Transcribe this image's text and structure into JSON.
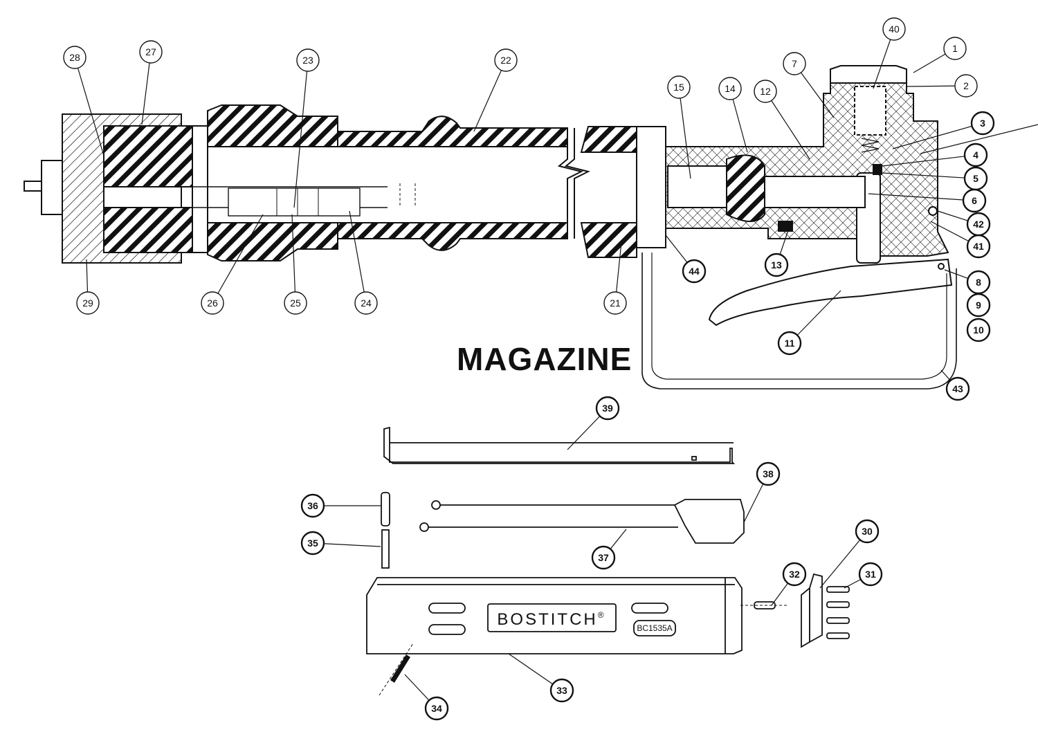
{
  "heading": "MAGAZINE",
  "brand_text": "BOSTITCH",
  "brand_mark": "®",
  "model_code": "BC1535A",
  "callouts": [
    "1",
    "2",
    "3",
    "4",
    "5",
    "6",
    "7",
    "8",
    "9",
    "10",
    "11",
    "12",
    "13",
    "14",
    "15",
    "21",
    "22",
    "23",
    "24",
    "25",
    "26",
    "27",
    "28",
    "29",
    "30",
    "31",
    "32",
    "33",
    "34",
    "35",
    "36",
    "37",
    "38",
    "39",
    "40",
    "41",
    "42",
    "43",
    "44"
  ],
  "colors": {
    "ink": "#111111",
    "paper": "#ffffff"
  }
}
